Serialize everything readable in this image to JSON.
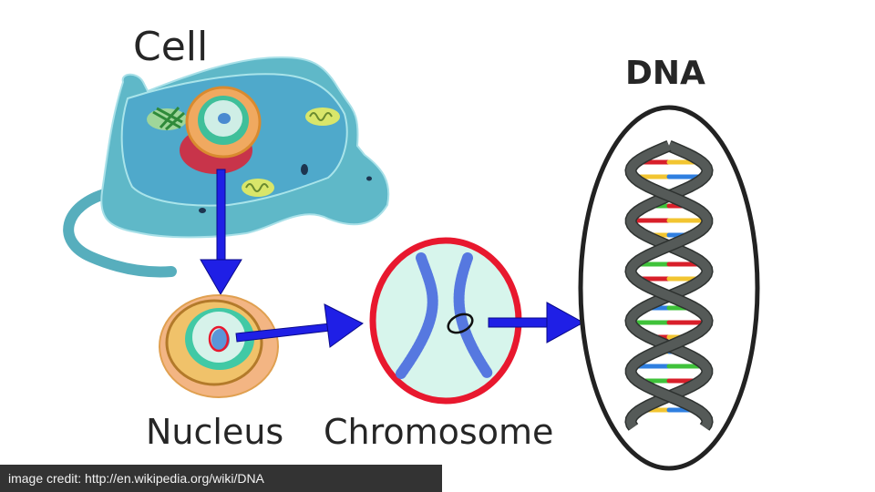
{
  "labels": {
    "cell": "Cell",
    "nucleus": "Nucleus",
    "chromosome": "Chromosome",
    "dna": "DNA"
  },
  "credit": "image credit: http://en.wikipedia.org/wiki/DNA",
  "colors": {
    "arrow": "#1f1fe6",
    "chromosome_ring": "#e8182e",
    "dna_ring": "#222222",
    "cell_body": "#5fb8c8",
    "backbone": "#555a58",
    "base_colors": [
      "#d81f2a",
      "#f2c531",
      "#2f7fe0",
      "#3fc23a"
    ]
  },
  "flow": [
    "Cell",
    "Nucleus",
    "Chromosome",
    "DNA"
  ]
}
